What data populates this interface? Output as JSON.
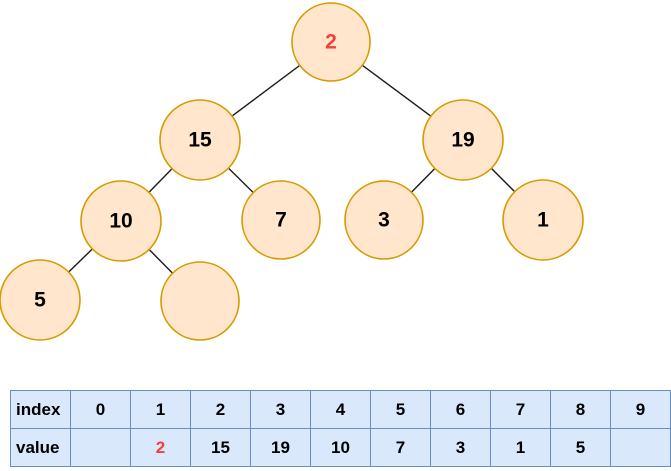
{
  "colors": {
    "node_fill": "#FFE6CC",
    "node_stroke": "#D79B00",
    "edge_color": "#1A1A1A",
    "highlight": "#F4403A",
    "table_fill": "#DAE8FC",
    "table_border": "#6C8EBF",
    "text_color": "#000000",
    "background": "#FFFFFF"
  },
  "tree": {
    "description": "Binary tree whose nodes are stored in the array below (1-based heap indexing)",
    "nodes": [
      {
        "label": "2",
        "highlighted": true
      },
      {
        "label": "15",
        "highlighted": false
      },
      {
        "label": "19",
        "highlighted": false
      },
      {
        "label": "10",
        "highlighted": false
      },
      {
        "label": "7",
        "highlighted": false
      },
      {
        "label": "3",
        "highlighted": false
      },
      {
        "label": "1",
        "highlighted": false
      },
      {
        "label": "5",
        "highlighted": false
      },
      {
        "label": "",
        "highlighted": false
      }
    ],
    "edges": [
      [
        0,
        1
      ],
      [
        0,
        2
      ],
      [
        1,
        3
      ],
      [
        1,
        4
      ],
      [
        2,
        5
      ],
      [
        2,
        6
      ],
      [
        3,
        7
      ],
      [
        3,
        8
      ]
    ]
  },
  "table": {
    "rows": [
      {
        "cells": [
          "index",
          "0",
          "1",
          "2",
          "3",
          "4",
          "5",
          "6",
          "7",
          "8",
          "9"
        ]
      },
      {
        "cells": [
          "value",
          "",
          "2",
          "15",
          "19",
          "10",
          "7",
          "3",
          "1",
          "5",
          ""
        ]
      }
    ],
    "highlighted_cell": {
      "row": 1,
      "col": 2,
      "value": "2"
    }
  }
}
